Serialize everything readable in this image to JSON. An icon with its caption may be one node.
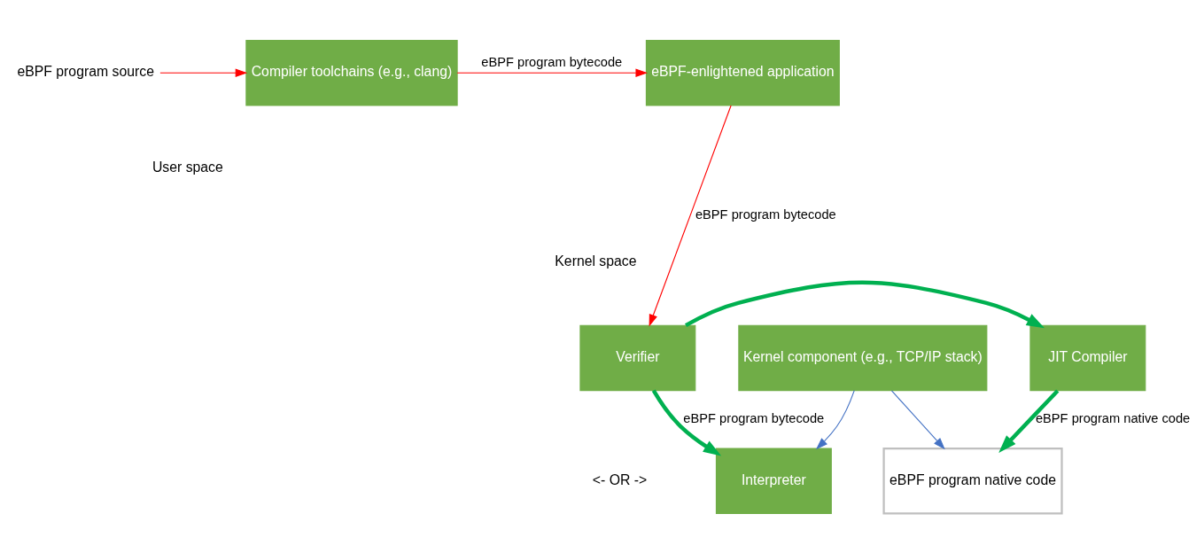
{
  "diagram": {
    "nodes": [
      {
        "text": [
          "eBPF program source"
        ]
      },
      {
        "text": [
          "Compiler toolchains (e.g., clang)"
        ]
      },
      {
        "text": [
          "eBPF-enlightened application"
        ]
      },
      {
        "text": [
          "Verifier"
        ]
      },
      {
        "text": [
          "JIT Compiler"
        ]
      },
      {
        "text": [
          "Kernel component (e.g., TCP/IP stack)"
        ]
      },
      {
        "text": [
          "Interpreter"
        ]
      },
      {
        "text": [
          "eBPF program native code"
        ]
      }
    ],
    "edges": [
      {
        "from": 0,
        "to": 1,
        "arrow": "to",
        "color": "#ff0000"
      },
      {
        "from": 1,
        "to": 2,
        "arrow": "to",
        "label": "eBPF program bytecode",
        "color": "#ff0000"
      },
      {
        "from": 2,
        "to": 3,
        "arrow": "to",
        "label": "eBPF program bytecode",
        "color": "#ff0000"
      },
      {
        "from": 3,
        "to": 4,
        "arrow": "to",
        "style": "thick",
        "color": "#00b050"
      },
      {
        "from": 3,
        "to": 6,
        "arrow": "to",
        "label": "eBPF program bytecode",
        "style": "thick",
        "color": "#00b050"
      },
      {
        "from": 4,
        "to": 7,
        "arrow": "to",
        "label": "eBPF program native code",
        "style": "thick",
        "color": "#00b050"
      },
      {
        "from": 5,
        "to": 6,
        "arrow": "to",
        "color": "#4472c4"
      },
      {
        "from": 5,
        "to": 7,
        "arrow": "to",
        "color": "#4472c4"
      }
    ],
    "labels": [
      "User space",
      "Kernel space",
      "<- OR ->"
    ]
  }
}
